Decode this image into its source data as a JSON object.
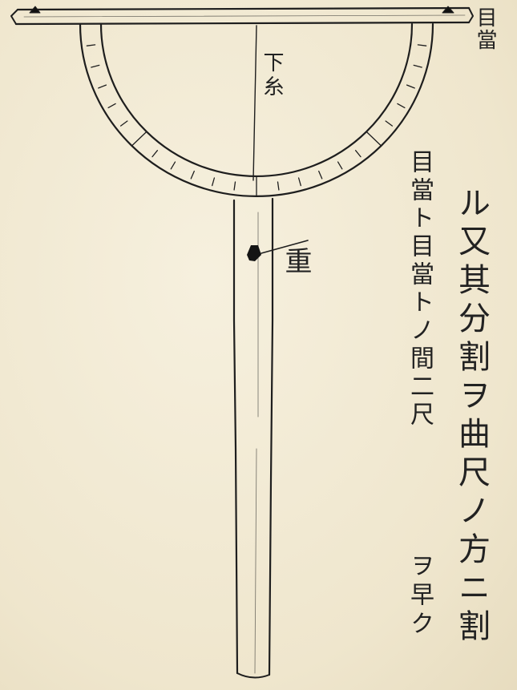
{
  "labels": {
    "mejirushi": "目當",
    "sageito": "下糸",
    "omori": "重"
  },
  "notes": {
    "column1": "目當ト目當トノ間二尺",
    "column1b": "ヲ早ク",
    "column2": "ル又其分割ヲ曲尺ノ方ニ割"
  },
  "colors": {
    "ink": "#1e1e1e",
    "paper": "#f3ecd8"
  }
}
